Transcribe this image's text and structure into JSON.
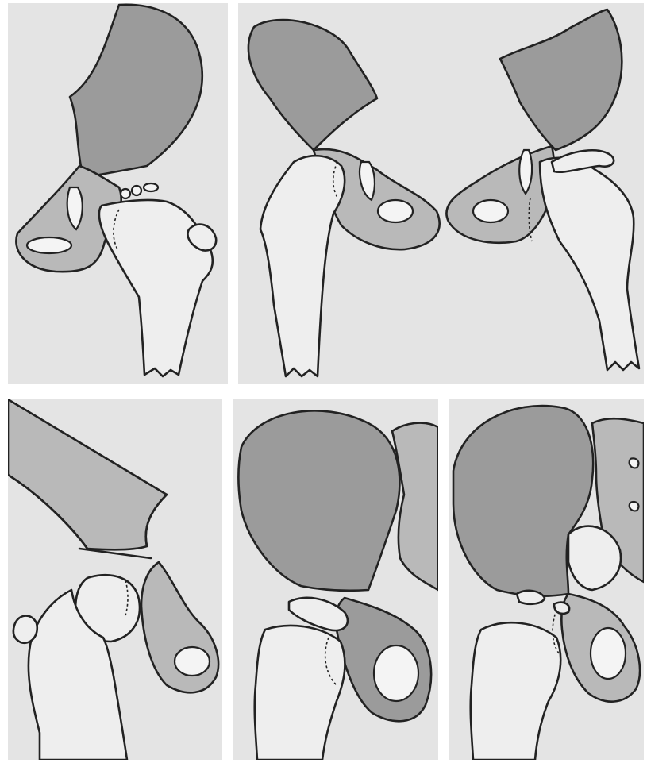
{
  "figure": {
    "panels": [
      {
        "view": "hip-top-left"
      },
      {
        "view": "pelvis-top-right-pair"
      },
      {
        "view": "hip-bottom-left"
      },
      {
        "view": "hip-bottom-middle"
      },
      {
        "view": "hip-bottom-right"
      }
    ],
    "colors": {
      "background": "#ffffff",
      "panel_paper": "#e4e4e4",
      "ilium_shading": "#9b9b9b",
      "pubis_shading": "#b9b9b9",
      "outline": "#222222"
    }
  }
}
